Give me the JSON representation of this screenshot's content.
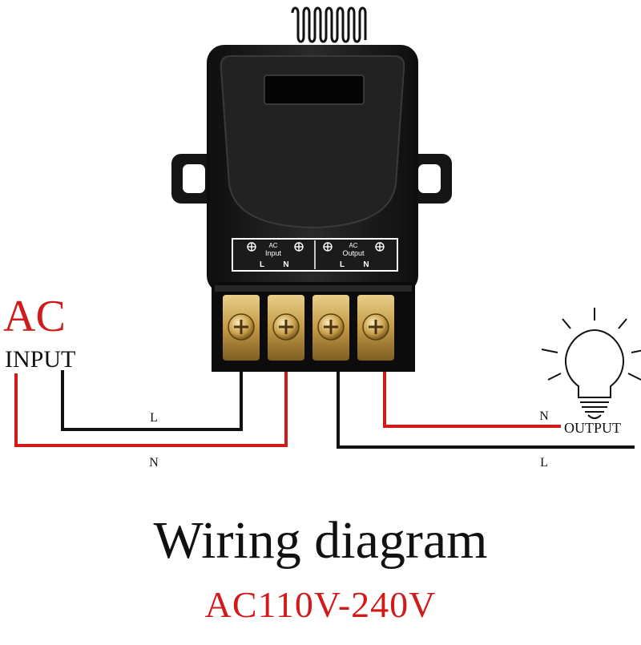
{
  "colors": {
    "wire_red": "#d11a1a",
    "wire_black": "#111111",
    "label_red": "#d11a1a",
    "device_body": "#1b1b1b",
    "terminal_brass": "#c9a04a"
  },
  "input_block": {
    "ac_label": "AC",
    "input_label": "INPUT"
  },
  "device": {
    "panel": {
      "input_group": {
        "ac": "AC",
        "name": "Input",
        "l": "L",
        "n": "N"
      },
      "output_group": {
        "ac": "AC",
        "name": "Output",
        "l": "L",
        "n": "N"
      }
    }
  },
  "wires": {
    "input_l_label": "L",
    "input_n_label": "N",
    "output_n_label": "N",
    "output_l_label": "L",
    "output_label": "OUTPUT"
  },
  "title": "Wiring diagram",
  "voltage": "AC110V-240V"
}
